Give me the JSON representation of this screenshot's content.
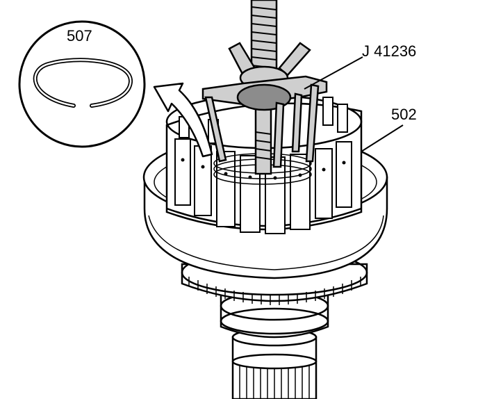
{
  "callouts": {
    "snap_ring": "507",
    "tool": "J 41236",
    "housing": "502"
  },
  "colors": {
    "ink": "#000000",
    "paper": "#ffffff",
    "tool_fill": "#cfcfcf",
    "tool_shade": "#8c8c8c"
  }
}
